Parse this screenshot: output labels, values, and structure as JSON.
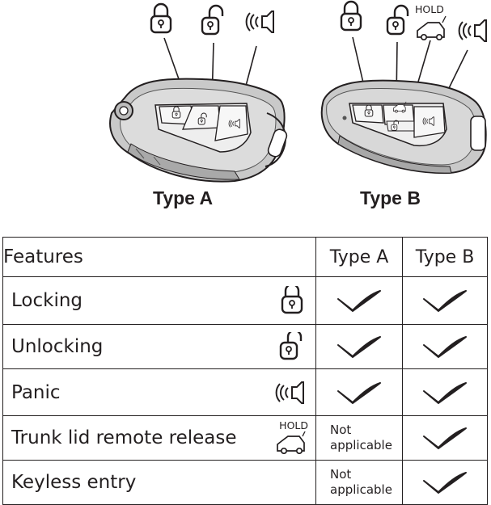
{
  "illustration": {
    "hold_label": "HOLD",
    "type_a_label": "Type A",
    "type_b_label": "Type B",
    "icons": [
      "lock-icon",
      "unlock-icon",
      "panic-icon",
      "trunk-icon"
    ]
  },
  "table": {
    "headers": {
      "features": "Features",
      "type_a": "Type A",
      "type_b": "Type B"
    },
    "rows": [
      {
        "feature": "Locking",
        "icon": "lock-icon",
        "type_a": "check",
        "type_b": "check"
      },
      {
        "feature": "Unlocking",
        "icon": "unlock-icon",
        "type_a": "check",
        "type_b": "check"
      },
      {
        "feature": "Panic",
        "icon": "panic-icon",
        "type_a": "check",
        "type_b": "check"
      },
      {
        "feature": "Trunk lid remote release",
        "icon": "trunk-icon",
        "icon_label": "HOLD",
        "type_a_line1": "Not",
        "type_a_line2": "applicable",
        "type_b": "check"
      },
      {
        "feature": "Keyless entry",
        "icon": "none",
        "type_a_line1": "Not",
        "type_a_line2": "applicable",
        "type_b": "check"
      }
    ]
  }
}
